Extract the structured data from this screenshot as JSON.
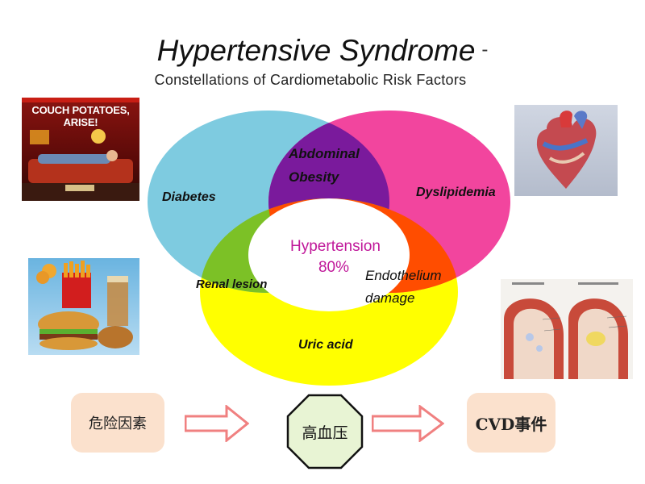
{
  "title": {
    "main": "Hypertensive Syndrome",
    "dash": "-",
    "subtitle": "Constellations  of  Cardiometabolic  Risk  Factors"
  },
  "venn": {
    "labels": {
      "diabetes": "Diabetes",
      "abdominal_line1": "Abdominal",
      "abdominal_line2": "Obesity",
      "dyslipidemia": "Dyslipidemia",
      "renal": "Renal lesion",
      "uric": "Uric acid",
      "center_line1": "Hypertension",
      "center_line2": "80%",
      "endo_line1": "Endothelium",
      "endo_line2": "damage"
    },
    "colors": {
      "blue": "#7ecbe0",
      "pink": "#f2459e",
      "yellow": "#ffff00",
      "purple": "#7a1a9c",
      "green": "#7cc126",
      "orange": "#ff4d00",
      "center_text": "#c0189a"
    }
  },
  "photos": {
    "couch_banner": "COUCH POTATOES, ARISE!",
    "couch_icon": "couch-photo",
    "food_icon": "fast-food-photo",
    "heart_icon": "heart-photo",
    "artery_icon": "artery-photo"
  },
  "flow": {
    "risk_factors": "危险因素",
    "hypertension": "高血压",
    "cvd_events": "CVD事件"
  }
}
